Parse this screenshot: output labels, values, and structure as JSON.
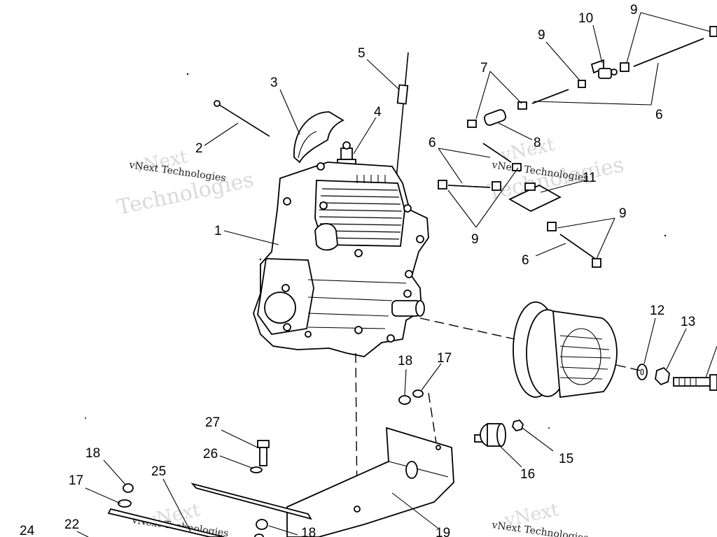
{
  "watermark": {
    "line1": "vNext",
    "line2": "vNext Technologies",
    "line3": "Technologies"
  },
  "callouts": [
    {
      "id": "c1",
      "text": "1"
    },
    {
      "id": "c2",
      "text": "2"
    },
    {
      "id": "c3",
      "text": "3"
    },
    {
      "id": "c4",
      "text": "4"
    },
    {
      "id": "c5",
      "text": "5"
    },
    {
      "id": "c6a",
      "text": "6"
    },
    {
      "id": "c6b",
      "text": "6"
    },
    {
      "id": "c6c",
      "text": "6"
    },
    {
      "id": "c7",
      "text": "7"
    },
    {
      "id": "c8",
      "text": "8"
    },
    {
      "id": "c9a",
      "text": "9"
    },
    {
      "id": "c9b",
      "text": "9"
    },
    {
      "id": "c9c",
      "text": "9"
    },
    {
      "id": "c9d",
      "text": "9"
    },
    {
      "id": "c10",
      "text": "10"
    },
    {
      "id": "c11",
      "text": "11"
    },
    {
      "id": "c12",
      "text": "12"
    },
    {
      "id": "c13",
      "text": "13"
    },
    {
      "id": "c15",
      "text": "15"
    },
    {
      "id": "c16",
      "text": "16"
    },
    {
      "id": "c17a",
      "text": "17"
    },
    {
      "id": "c17b",
      "text": "17"
    },
    {
      "id": "c18a",
      "text": "18"
    },
    {
      "id": "c18b",
      "text": "18"
    },
    {
      "id": "c18c",
      "text": "18"
    },
    {
      "id": "c19",
      "text": "19"
    },
    {
      "id": "c22",
      "text": "22"
    },
    {
      "id": "c24",
      "text": "24"
    },
    {
      "id": "c25",
      "text": "25"
    },
    {
      "id": "c26",
      "text": "26"
    },
    {
      "id": "c27",
      "text": "27"
    }
  ]
}
